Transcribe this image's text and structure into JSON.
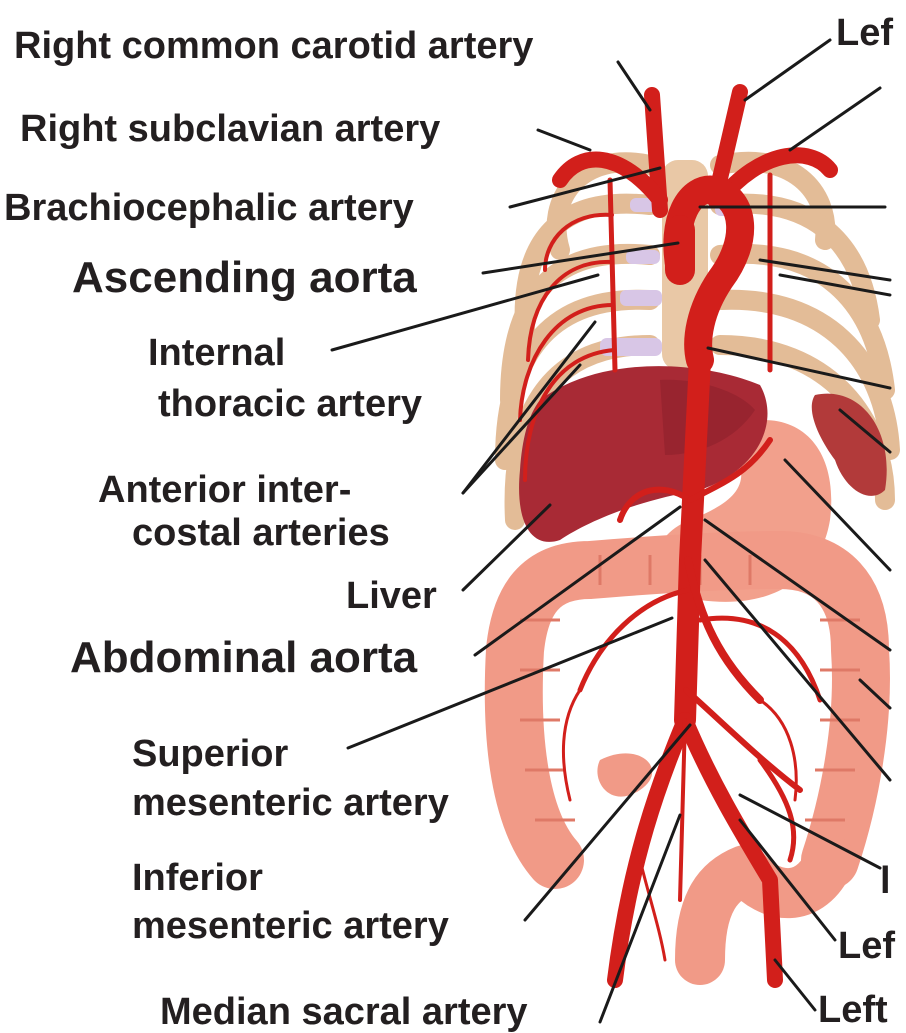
{
  "colors": {
    "artery": "#d21f1b",
    "artery_dark": "#a3141a",
    "rib": "#e3bc97",
    "rib_shade": "#b98863",
    "liver": "#a82a35",
    "liver_dark": "#7c1a24",
    "intestine": "#f19a87",
    "intestine_dark": "#df7967",
    "stomach": "#f2a08c",
    "spleen": "#b23a3a",
    "cartilage": "#d8c6e6",
    "text": "#231f20"
  },
  "labels_left": {
    "right_common_carotid": "Right common carotid artery",
    "right_subclavian": "Right subclavian artery",
    "brachiocephalic": "Brachiocephalic artery",
    "ascending_aorta": "Ascending aorta",
    "internal_thoracic_1": "Internal",
    "internal_thoracic_2": "thoracic artery",
    "anterior_intercostal_1": "Anterior inter-",
    "anterior_intercostal_2": "costal arteries",
    "liver": "Liver",
    "abdominal_aorta": "Abdominal aorta",
    "superior_mesenteric_1": "Superior",
    "superior_mesenteric_2": "mesenteric artery",
    "inferior_mesenteric_1": "Inferior",
    "inferior_mesenteric_2": "mesenteric artery",
    "median_sacral": "Median sacral artery"
  },
  "labels_right_cropped": {
    "top": "Lef",
    "lower_1": "l",
    "lower_2": "Lef",
    "bottom": "Left"
  }
}
